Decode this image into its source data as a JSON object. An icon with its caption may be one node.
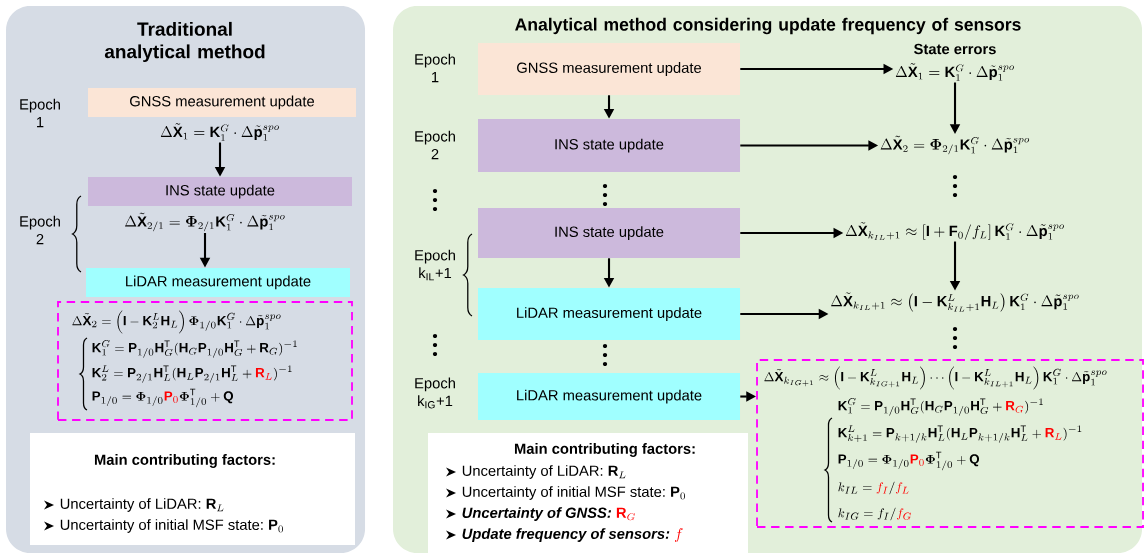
{
  "diagram": {
    "nodes": [
      {
        "text": [
          "Traditional analytical method"
        ]
      },
      {
        "text": [
          "GNSS measurement update"
        ],
        "in": 0
      },
      {
        "text": [
          "\\Delta\\tilde{\\mathbf{X}}_{1} = \\mathbf{K}_{1}^{G}\\cdot\\Delta\\tilde{\\mathbf{p}}_{1}^{spo}"
        ],
        "in": 0
      },
      {
        "text": [
          "INS state update"
        ],
        "in": 0
      },
      {
        "text": [
          "\\Delta\\tilde{\\mathbf{X}}_{2/1} = \\boldsymbol{\\Phi}_{2/1}\\mathbf{K}_{1}^{G}\\cdot\\Delta\\tilde{\\mathbf{p}}_{1}^{spo}"
        ],
        "in": 0
      },
      {
        "text": [
          "LiDAR measurement update"
        ],
        "in": 0
      },
      {
        "text": [
          "\\Delta\\tilde{\\mathbf{X}}_{2} = \\left(\\mathbf{I}-\\mathbf{K}_{2}^{L}\\mathbf{H}_{L}\\right)\\boldsymbol{\\Phi}_{1/0}\\mathbf{K}_{1}^{G}\\cdot\\Delta\\tilde{\\mathbf{p}}_{1}^{spo}",
          "\\mathbf{K}_{1}^{G} = \\mathbf{P}_{1/0}\\mathbf{H}_{G}^{\\mathrm{T}}(\\mathbf{H}_{G}\\mathbf{P}_{1/0}\\mathbf{H}_{G}^{\\mathrm{T}}+\\mathbf{R}_{G})^{-1}",
          "\\mathbf{K}_{2}^{L} = \\mathbf{P}_{2/1}\\mathbf{H}_{L}^{\\mathrm{T}}(\\mathbf{H}_{L}\\mathbf{P}_{2/1}\\mathbf{H}_{L}^{\\mathrm{T}}+{\\color{red}\\mathbf{R}_{L}})^{-1}",
          "\\mathbf{P}_{1/0} = \\boldsymbol{\\Phi}_{1/0}{\\color{red}\\mathbf{P}_{0}}\\boldsymbol{\\Phi}_{1/0}^{\\mathrm{T}}+\\mathbf{Q}"
        ],
        "in": 0
      },
      {
        "text": [
          "Main contributing factors:",
          "Uncertainty of LiDAR:",
          "\\mathbf{R}_{L}",
          "Uncertainty of initial MSF state:",
          "\\mathbf{P}_{0}"
        ],
        "in": 0
      },
      {
        "text": [
          "Analytical method considering update frequency of sensors"
        ]
      },
      {
        "text": [
          "GNSS measurement update"
        ],
        "in": 8
      },
      {
        "text": [
          "\\Delta\\tilde{\\mathbf{X}}_{1} = \\mathbf{K}_{1}^{G}\\cdot\\Delta\\tilde{\\mathbf{p}}_{1}^{spo}"
        ],
        "in": 8
      },
      {
        "text": [
          "INS state update"
        ],
        "in": 8
      },
      {
        "text": [
          "\\Delta\\tilde{\\mathbf{X}}_{2} = \\boldsymbol{\\Phi}_{2/1}\\mathbf{K}_{1}^{G}\\cdot\\Delta\\tilde{\\mathbf{p}}_{1}^{spo}"
        ],
        "in": 8
      },
      {
        "text": [
          "INS state update"
        ],
        "in": 8
      },
      {
        "text": [
          "\\Delta\\tilde{\\mathbf{X}}_{k_{IL}+1} \\approx \\left[\\mathbf{I}+\\mathbf{F}_{0}/f_{L}\\right]\\mathbf{K}_{1}^{G}\\cdot\\Delta\\tilde{\\mathbf{p}}_{1}^{spo}"
        ],
        "in": 8
      },
      {
        "text": [
          "LiDAR measurement update"
        ],
        "in": 8
      },
      {
        "text": [
          "\\Delta\\tilde{\\mathbf{X}}_{k_{IL}+1} \\approx \\left(\\mathbf{I}-\\mathbf{K}_{k_{IL}+1}^{L}\\mathbf{H}_{L}\\right)\\mathbf{K}_{1}^{G}\\cdot\\Delta\\tilde{\\mathbf{p}}_{1}^{spo}"
        ],
        "in": 8
      },
      {
        "text": [
          "LiDAR measurement update"
        ],
        "in": 8
      },
      {
        "text": [
          "\\Delta\\tilde{\\mathbf{X}}_{k_{IG+1}} \\approx \\left(\\mathbf{I}-\\mathbf{K}_{k_{IG+1}}^{L}\\mathbf{H}_{L}\\right)\\cdots\\left(\\mathbf{I}-\\mathbf{K}_{k_{IL+1}}^{L}\\mathbf{H}_{L}\\right)\\mathbf{K}_{1}^{G}\\cdot\\Delta\\tilde{\\mathbf{p}}_{1}^{spo}",
          "\\mathbf{K}_{1}^{G} = \\mathbf{P}_{1/0}\\mathbf{H}_{G}^{\\mathrm{T}}(\\mathbf{H}_{G}\\mathbf{P}_{1/0}\\mathbf{H}_{G}^{\\mathrm{T}}+{\\color{red}\\mathbf{R}_{G}})^{-1}",
          "\\mathbf{K}_{k+1}^{L} = \\mathbf{P}_{k+1/k}\\mathbf{H}_{L}^{\\mathrm{T}}(\\mathbf{H}_{L}\\mathbf{P}_{k+1/k}\\mathbf{H}_{L}^{\\mathrm{T}}+{\\color{red}\\mathbf{R}_{L}})^{-1}",
          "\\mathbf{P}_{1/0} = \\boldsymbol{\\Phi}_{1/0}{\\color{red}\\mathbf{P}_{0}}\\boldsymbol{\\Phi}_{1/0}^{\\mathrm{T}}+\\mathbf{Q}",
          "k_{IL} = {\\color{red}f_{I}}/{\\color{red}f_{L}}",
          "k_{IG} = f_{I}/{\\color{red}f_{G}}"
        ],
        "in": 8
      },
      {
        "text": [
          "Main contributing factors:",
          "Uncertainty of LiDAR:",
          "\\mathbf{R}_{L}",
          "Uncertainty of initial MSF state:",
          "\\mathbf{P}_{0}",
          "Uncertainty of GNSS:",
          "{\\color{red}\\mathbf{R}_{G}}",
          "Update frequency of sensors:",
          "{\\color{red}f}"
        ],
        "in": 8
      }
    ],
    "edges": [
      {
        "from": 2,
        "to": 3,
        "arrow": "to"
      },
      {
        "from": 4,
        "to": 5,
        "arrow": "to"
      },
      {
        "from": 9,
        "to": 10,
        "arrow": "to"
      },
      {
        "from": 9,
        "to": 11,
        "arrow": "to"
      },
      {
        "from": 10,
        "to": 12,
        "arrow": "to"
      },
      {
        "from": 11,
        "to": 12,
        "arrow": "to"
      },
      {
        "from": 13,
        "to": 14,
        "arrow": "to"
      },
      {
        "from": 13,
        "to": 15,
        "arrow": "to"
      },
      {
        "from": 14,
        "to": 16,
        "arrow": "to"
      },
      {
        "from": 15,
        "to": 16,
        "arrow": "to"
      },
      {
        "from": 17,
        "to": 18,
        "arrow": "to"
      }
    ],
    "labels": [
      "Epoch 1",
      "Epoch 2",
      "Epoch 1",
      "Epoch 2",
      "Epoch k$_{IL}$+1",
      "Epoch k$_{IG}$+1",
      "State errors"
    ]
  }
}
